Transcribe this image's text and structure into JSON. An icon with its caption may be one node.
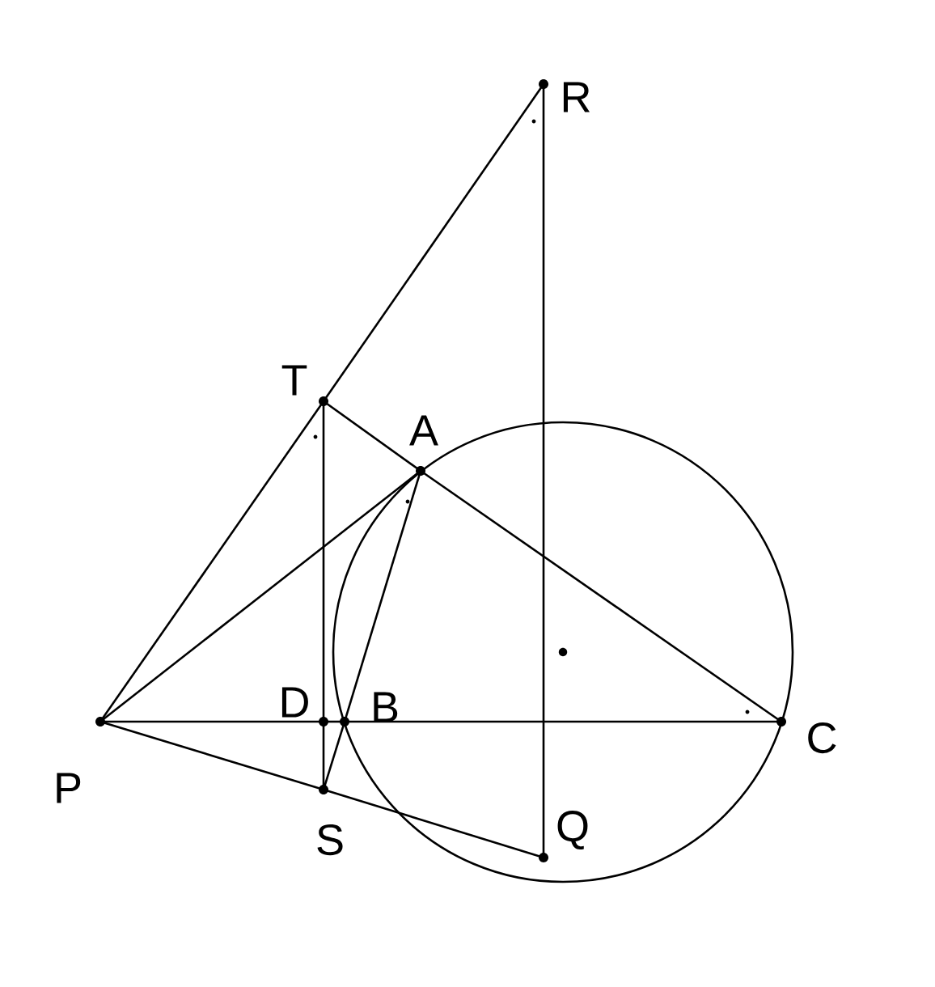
{
  "diagram": {
    "nodes": [
      {
        "text": [
          "R"
        ]
      },
      {
        "text": [
          "T"
        ]
      },
      {
        "text": [
          "A"
        ]
      },
      {
        "text": [
          "D"
        ]
      },
      {
        "text": [
          "B"
        ]
      },
      {
        "text": [
          "C"
        ]
      },
      {
        "text": [
          "P"
        ]
      },
      {
        "text": [
          "S"
        ]
      },
      {
        "text": [
          "Q"
        ]
      }
    ],
    "edges": [
      {
        "from": 6,
        "to": 1,
        "arrow": "none"
      },
      {
        "from": 1,
        "to": 0,
        "arrow": "none"
      },
      {
        "from": 1,
        "to": 2,
        "arrow": "none"
      },
      {
        "from": 2,
        "to": 5,
        "arrow": "none"
      },
      {
        "from": 6,
        "to": 2,
        "arrow": "none"
      },
      {
        "from": 6,
        "to": 3,
        "arrow": "none"
      },
      {
        "from": 3,
        "to": 4,
        "arrow": "none"
      },
      {
        "from": 4,
        "to": 5,
        "arrow": "none"
      },
      {
        "from": 6,
        "to": 7,
        "arrow": "none"
      },
      {
        "from": 7,
        "to": 8,
        "arrow": "none"
      },
      {
        "from": 0,
        "to": 8,
        "arrow": "none"
      },
      {
        "from": 1,
        "to": 3,
        "arrow": "none"
      },
      {
        "from": 3,
        "to": 7,
        "arrow": "none"
      },
      {
        "from": 2,
        "to": 4,
        "arrow": "none"
      },
      {
        "from": 4,
        "to": 7,
        "arrow": "none"
      }
    ]
  }
}
